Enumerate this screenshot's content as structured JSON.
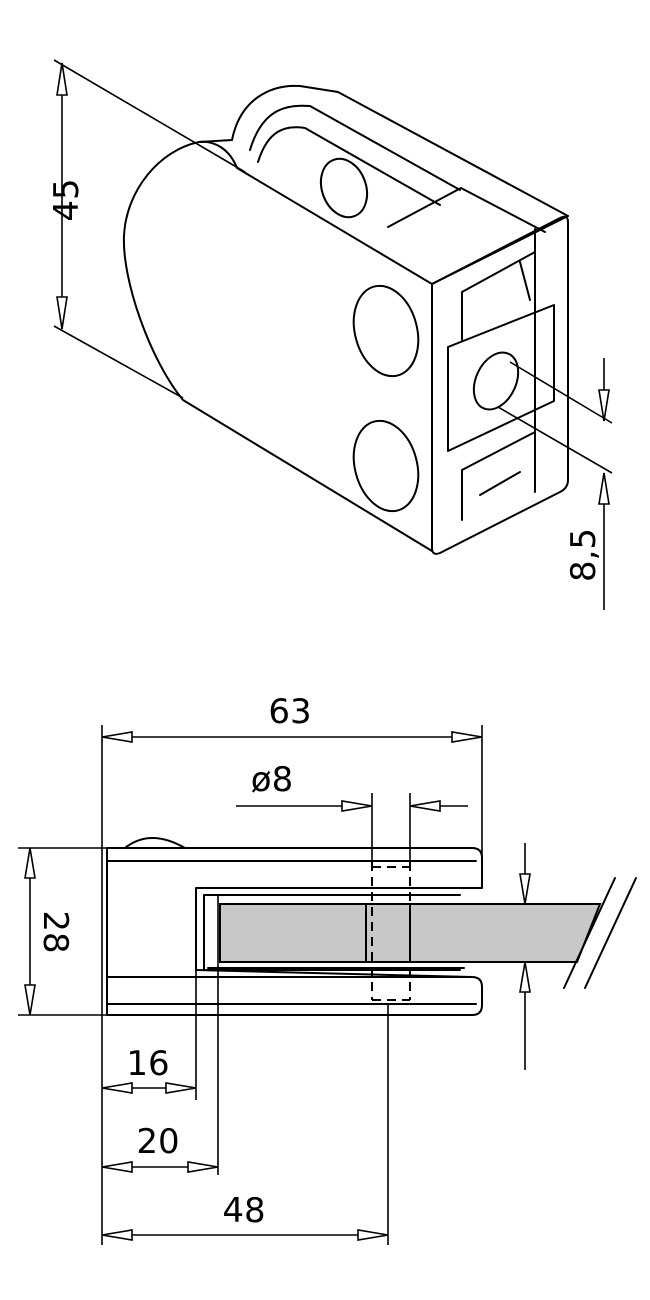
{
  "title": "Glass clamp technical drawing",
  "isometric_view": {
    "dimensions": {
      "height": "45",
      "hole_offset": "8,5"
    }
  },
  "front_view": {
    "dimensions": {
      "overall_length": "63",
      "bolt_diameter": "ø8",
      "height": "28",
      "inner_depth": "16",
      "recess_depth": "20",
      "bolt_position": "48"
    },
    "colors": {
      "glass": "#c8c8c8",
      "line": "#000000"
    }
  }
}
